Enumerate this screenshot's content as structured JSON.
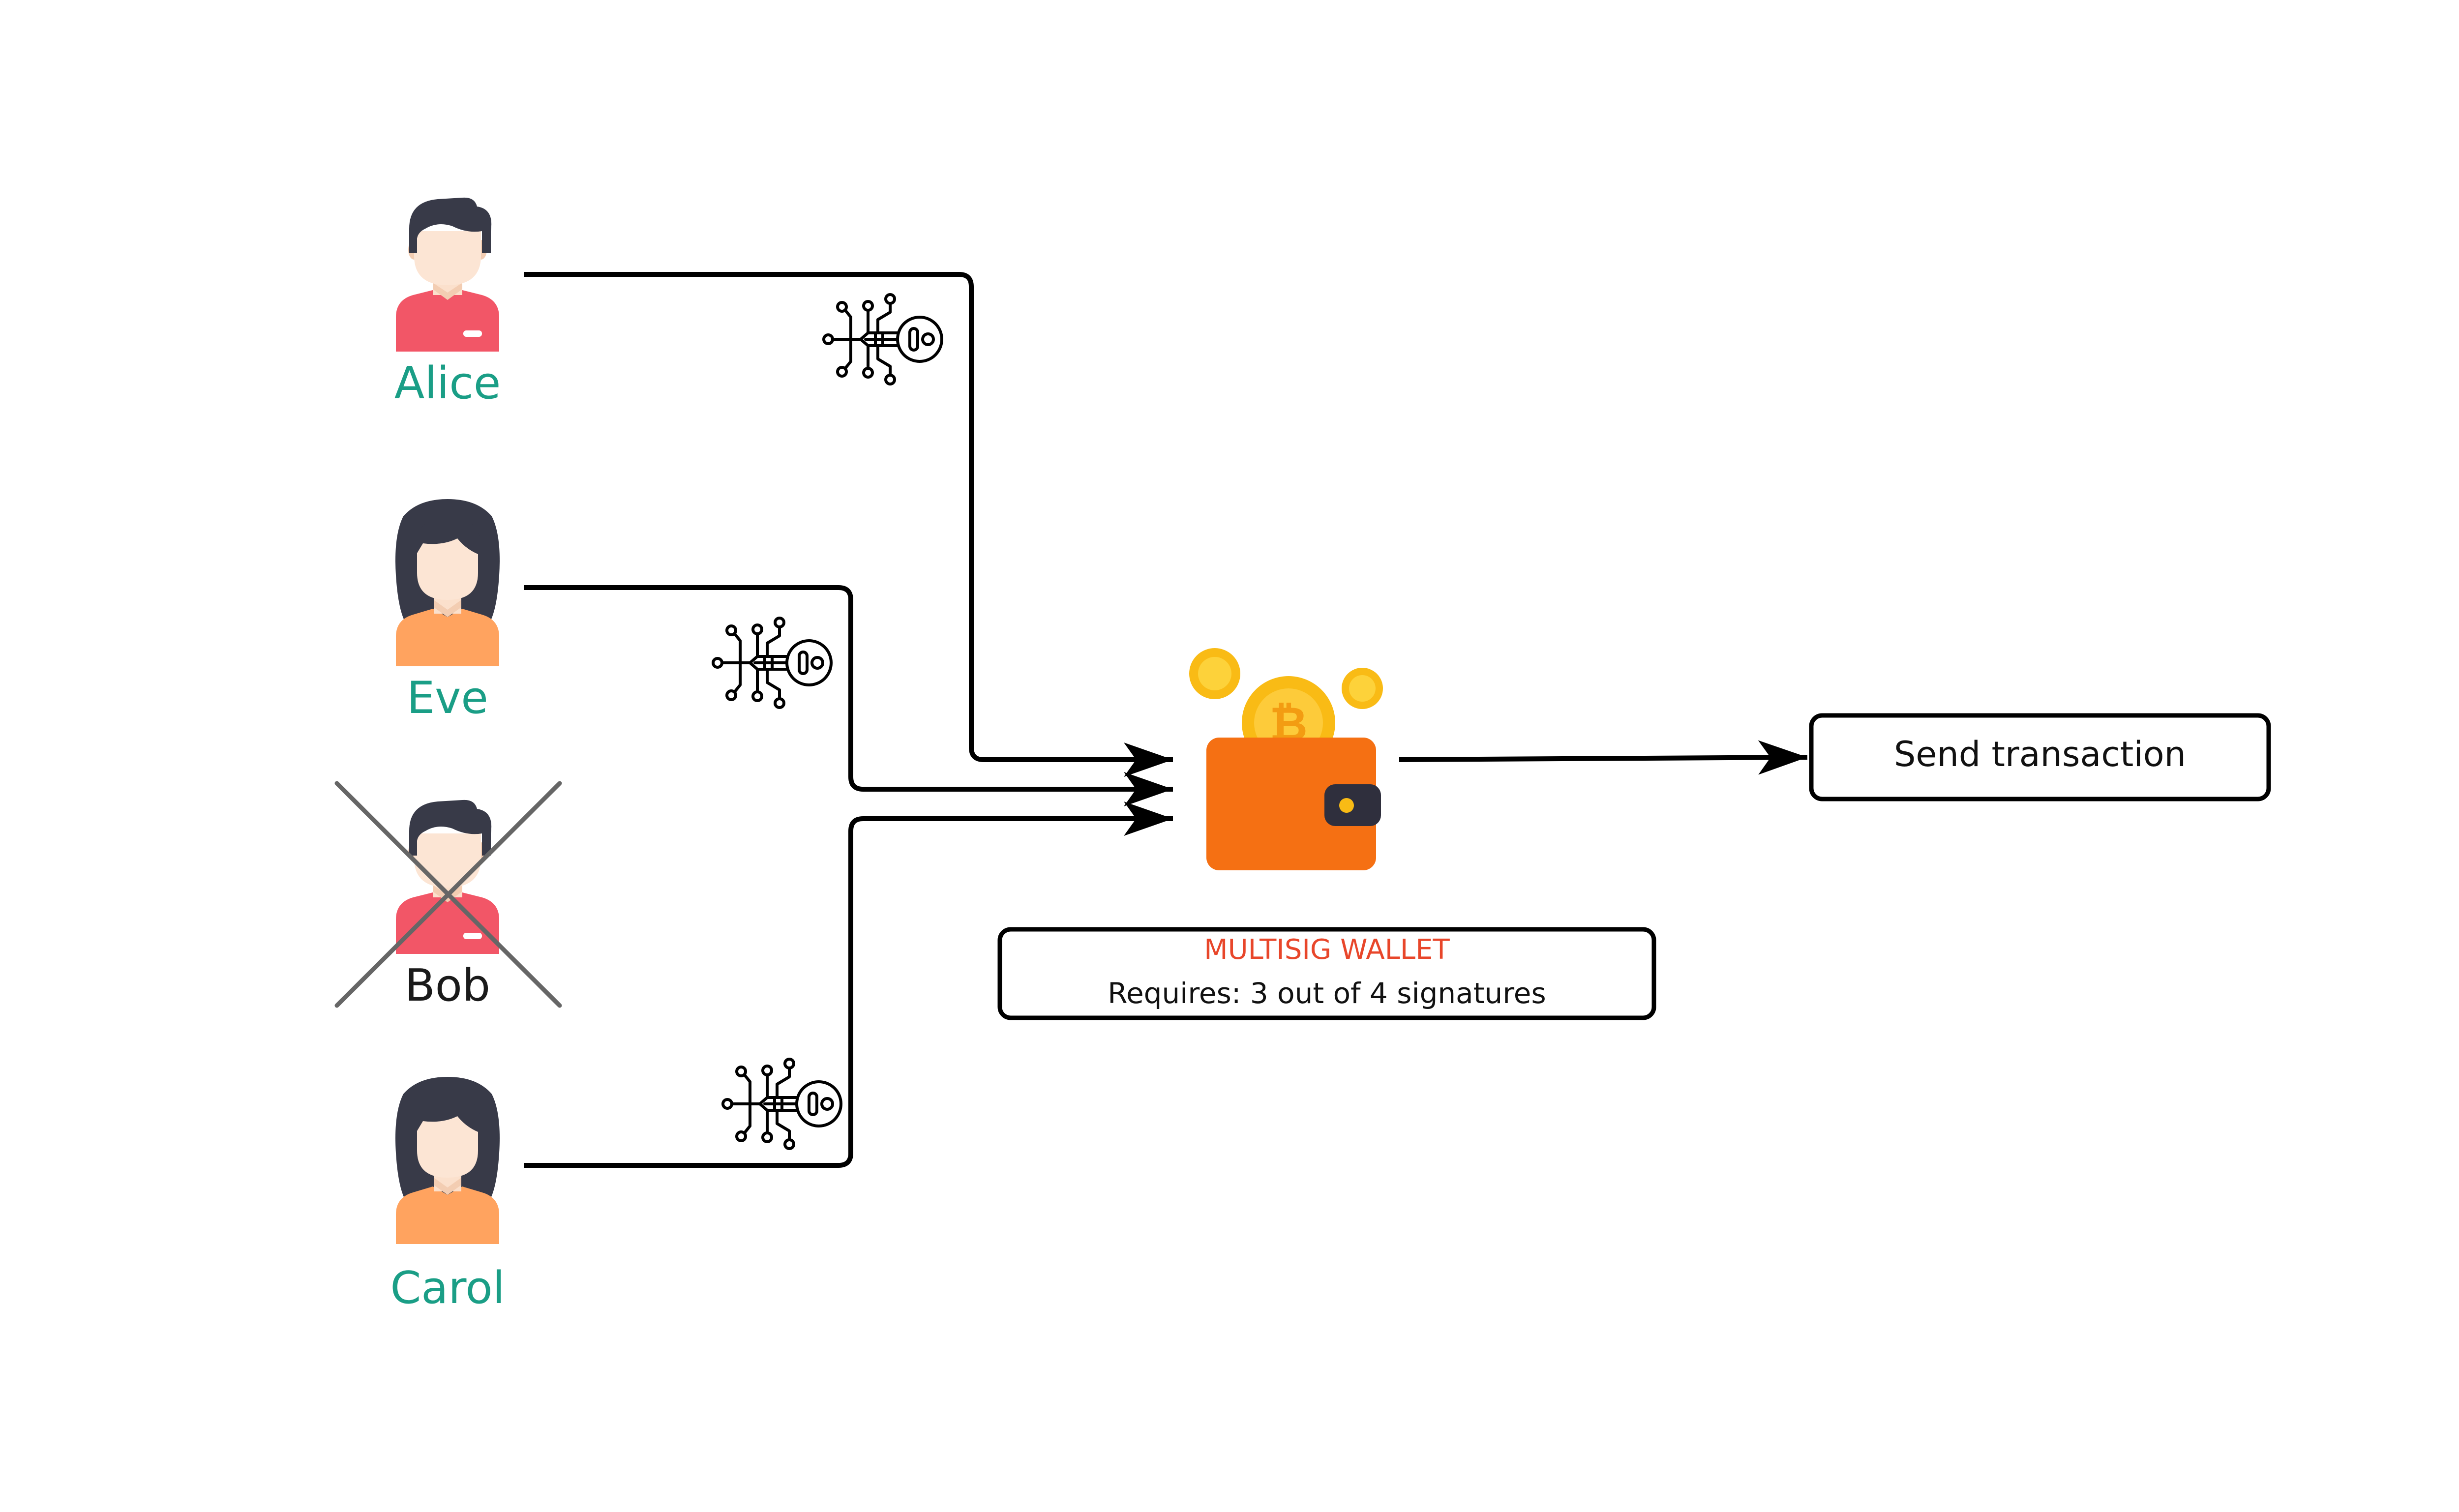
{
  "signers": [
    {
      "name": "Alice",
      "gender": "male",
      "status": "signed"
    },
    {
      "name": "Eve",
      "gender": "female",
      "status": "signed"
    },
    {
      "name": "Bob",
      "gender": "male",
      "status": "excluded"
    },
    {
      "name": "Carol",
      "gender": "female",
      "status": "signed"
    }
  ],
  "wallet": {
    "title": "MULTISIG WALLET",
    "requirement": "Requires: 3 out of 4 signatures",
    "icon": "bitcoin-wallet-icon"
  },
  "action": {
    "label": "Send transaction"
  },
  "icons": {
    "key": "digital-key-icon",
    "person": "person-icon",
    "excluded": "x-mark-icon"
  },
  "colors": {
    "name_active": "#1a9e86",
    "name_excluded": "#1a1a1a",
    "wallet_title": "#e8462a",
    "wallet_body": "#f06a10",
    "coin": "#f9bb15",
    "connector": "#000000",
    "cross": "#666666"
  }
}
